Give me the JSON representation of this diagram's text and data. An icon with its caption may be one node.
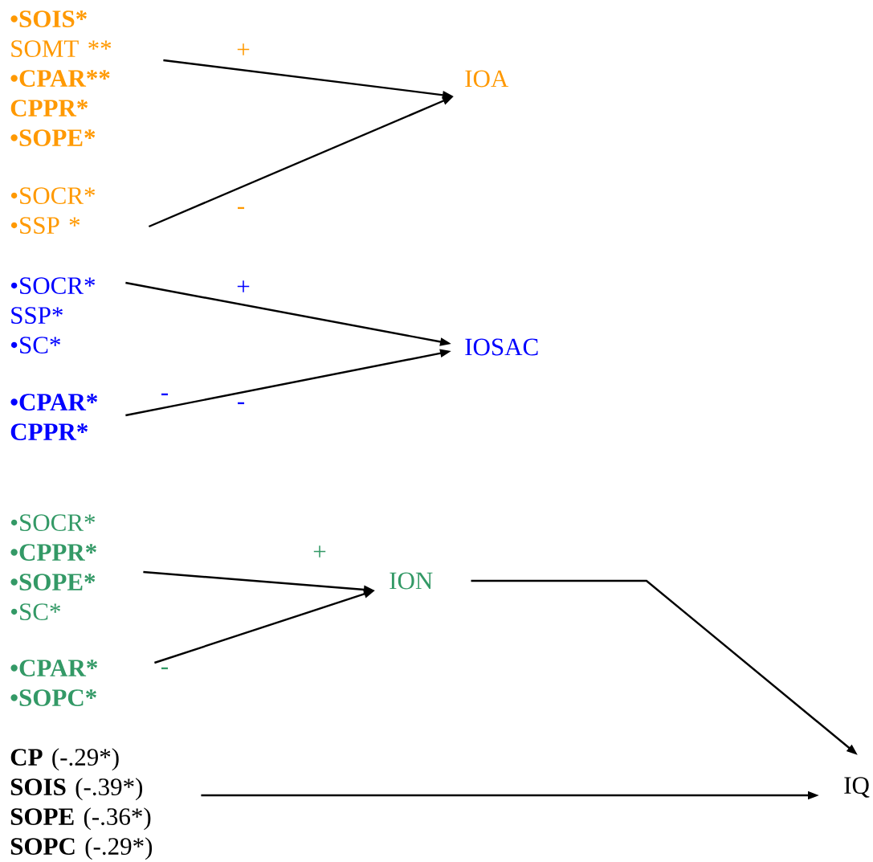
{
  "diagram": {
    "nodes": [
      {
        "text": [
          "•SOIS*",
          "SOMT **",
          "•CPAR**",
          "CPPR*",
          "•SOPE*"
        ]
      },
      {
        "text": [
          "•SOCR*",
          "•SSP *"
        ]
      },
      {
        "text": [
          "IOA"
        ]
      },
      {
        "text": [
          "•SOCR*",
          "SSP*",
          "•SC*"
        ]
      },
      {
        "text": [
          "•CPAR*",
          "CPPR*"
        ]
      },
      {
        "text": [
          "IOSAC"
        ]
      },
      {
        "text": [
          "•SOCR*",
          "•CPPR*",
          "•SOPE*",
          "•SC*"
        ]
      },
      {
        "text": [
          "•CPAR*",
          "•SOPC*"
        ]
      },
      {
        "text": [
          "ION"
        ]
      },
      {
        "text": [
          "**CP** (-.29*)",
          "**SOIS** (-.39*)",
          "**SOPE** (-.36*)",
          "**SOPC** (-.29*)"
        ]
      },
      {
        "text": [
          "IQ"
        ]
      }
    ],
    "edges": [
      {
        "from": 0,
        "to": 2,
        "arrow": "to",
        "label": "+"
      },
      {
        "from": 1,
        "to": 2,
        "arrow": "to",
        "label": "-"
      },
      {
        "from": 3,
        "to": 5,
        "arrow": "to",
        "label": "+"
      },
      {
        "from": 4,
        "to": 5,
        "arrow": "to",
        "label": "-"
      },
      {
        "from": 6,
        "to": 8,
        "arrow": "to",
        "label": "+"
      },
      {
        "from": 7,
        "to": 8,
        "arrow": "to",
        "label": "-"
      },
      {
        "from": 8,
        "to": 10,
        "arrow": "to"
      },
      {
        "from": 9,
        "to": 10,
        "arrow": "to"
      }
    ],
    "labels": [
      "-"
    ]
  }
}
